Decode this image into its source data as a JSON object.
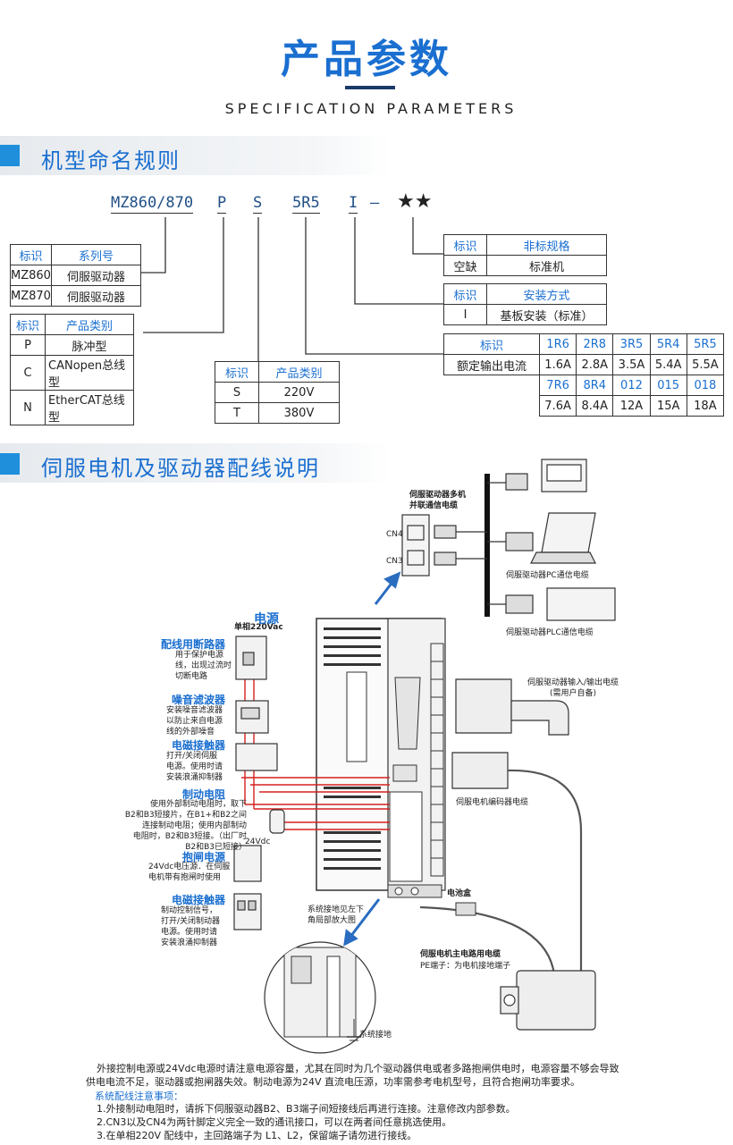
{
  "header": {
    "title": "产品参数",
    "subtitle": "SPECIFICATION PARAMETERS"
  },
  "naming": {
    "section_title": "机型命名规则",
    "code_parts": [
      "MZ860/870",
      "P",
      "S",
      "5R5",
      "I",
      "—",
      "★★"
    ],
    "series_table": {
      "headers": [
        "标识",
        "系列号"
      ],
      "rows": [
        [
          "MZ860",
          "伺服驱动器"
        ],
        [
          "MZ870",
          "伺服驱动器"
        ]
      ]
    },
    "product_type_table": {
      "headers": [
        "标识",
        "产品类别"
      ],
      "rows": [
        [
          "P",
          "脉冲型"
        ],
        [
          "C",
          "CANopen总线型"
        ],
        [
          "N",
          "EtherCAT总线型"
        ]
      ]
    },
    "voltage_table": {
      "headers": [
        "标识",
        "产品类别"
      ],
      "rows": [
        [
          "S",
          "220V"
        ],
        [
          "T",
          "380V"
        ]
      ]
    },
    "nonstandard_table": {
      "headers": [
        "标识",
        "非标规格"
      ],
      "rows": [
        [
          "空缺",
          "标准机"
        ]
      ]
    },
    "mount_table": {
      "headers": [
        "标识",
        "安装方式"
      ],
      "rows": [
        [
          "I",
          "基板安装（标准）"
        ]
      ]
    },
    "current_table": {
      "row1_label": "标识",
      "row1_codes": [
        "1R6",
        "2R8",
        "3R5",
        "5R4",
        "5R5"
      ],
      "row2_label": "额定输出电流",
      "row2_values": [
        "1.6A",
        "2.8A",
        "3.5A",
        "5.4A",
        "5.5A"
      ],
      "row3_codes": [
        "7R6",
        "8R4",
        "012",
        "015",
        "018"
      ],
      "row4_values": [
        "7.6A",
        "8.4A",
        "12A",
        "15A",
        "18A"
      ]
    }
  },
  "wiring": {
    "section_title": "伺服电机及驱动器配线说明",
    "power_label": "电源",
    "power_sub": "单相220Vac",
    "breaker_title": "配线用断路器",
    "breaker_desc": [
      "用于保护电源",
      "线，出现过流时",
      "切断电路"
    ],
    "filter_title": "噪音滤波器",
    "filter_desc": [
      "安装噪音滤波器",
      "以防止来自电源",
      "线的外部噪音"
    ],
    "contactor_title": "电磁接触器",
    "contactor_desc": [
      "打开/关闭伺服",
      "电源。使用时请",
      "安装浪涌抑制器"
    ],
    "resistor_title": "制动电阻",
    "resistor_desc": [
      "使用外部制动电阻时，取下",
      "B2和B3短接片，在B1+和B2之间",
      "连接制动电阻；使用内部制动",
      "电阻时，B2和B3短接。（出厂时",
      "B2和B3已短接）"
    ],
    "brake_power_title": "抱闸电源",
    "brake_power_desc": [
      "24Vdc电压源．在伺服",
      "电机带有抱闸时使用"
    ],
    "brake_power_volt": "24Vdc",
    "contactor2_title": "电磁接触器",
    "contactor2_desc": [
      "制动控制信号，",
      "打开/关闭制动器",
      "电源。使用时请",
      "安装浪涌抑制器"
    ],
    "multi_comm": [
      "伺服驱动器多机",
      "并联通信电缆"
    ],
    "cn4": "CN4",
    "cn3": "CN3",
    "pc_cable": "伺服驱动器PC通信电缆",
    "plc_cable": "伺服驱动器PLC通信电缆",
    "io_cable": [
      "伺服驱动器输入/输出电缆",
      "(需用户自备)"
    ],
    "encoder_cable": "伺服电机编码器电缆",
    "battery": "电池盒",
    "ground_note": [
      "系统接地见左下",
      "角局部放大图"
    ],
    "main_cable": "伺服电机主电路用电缆",
    "pe_note": "PE端子：为电机接地端子",
    "system_ground": "系统接地",
    "note_para": [
      "外接控制电源或24Vdc电源时请注意电源容量，尤其在同时为几个驱动器供电或者多路抱闸供电时，电源容量不够会导致",
      "供电电流不足，驱动器或抱闸器失效。制动电源为24V 直流电压源，功率需参考电机型号，且符合抱闸功率要求。"
    ],
    "notes_title": "系统配线注意事项：",
    "notes": [
      "1.外接制动电阻时，请拆下伺服驱动器B2、B3端子间短接线后再进行连接。注意修改内部参数。",
      "2.CN3以及CN4为两针脚定义完全一致的通讯接口，可以在两者间任意挑选使用。",
      "3.在单相220V 配线中，主回路端子为 L1、L2，保留端子请勿进行接线。"
    ]
  },
  "colors": {
    "accent": "#1a6fd0",
    "marker": "#1f8fdc",
    "wire": "#d62020"
  }
}
